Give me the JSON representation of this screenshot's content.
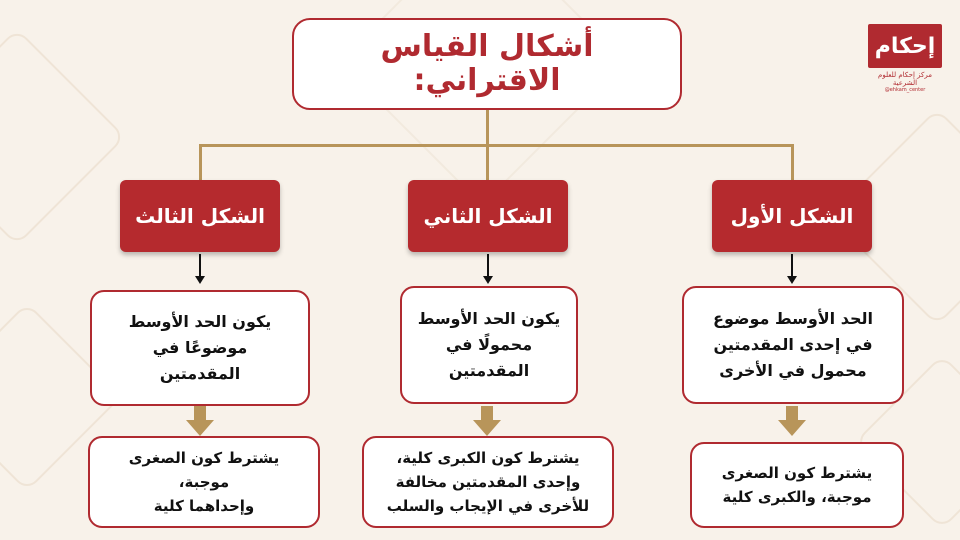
{
  "logo": {
    "name": "إحكام",
    "subtitle": "مركز إحكام للعلوم الشرعية",
    "tagline": "@ehkam_center"
  },
  "title": {
    "line1": "أشكال القياس",
    "line2": "الاقتراني:"
  },
  "columns": [
    {
      "header": "الشكل الأول",
      "rule_lines": [
        "الحد الأوسط موضوع",
        "في إحدى المقدمتين",
        "محمول في الأخرى"
      ],
      "condition_lines": [
        "يشترط كون الصغرى",
        "موجبة، والكبرى كلية"
      ]
    },
    {
      "header": "الشكل الثاني",
      "rule_lines": [
        "يكون الحد الأوسط",
        "محمولًا في",
        "المقدمتين"
      ],
      "condition_lines": [
        "يشترط كون الكبرى كلية،",
        "وإحدى المقدمتين مخالفة",
        "للأخرى في الإيجاب والسلب"
      ]
    },
    {
      "header": "الشكل الثالث",
      "rule_lines": [
        "يكون الحد الأوسط",
        "موضوعًا في",
        "المقدمتين"
      ],
      "condition_lines": [
        "يشترط كون الصغرى",
        "موجبة،",
        "وإحداهما كلية"
      ]
    }
  ],
  "colors": {
    "accent": "#b52a2e",
    "connector": "#b8955a",
    "background": "#f8f2ea"
  }
}
